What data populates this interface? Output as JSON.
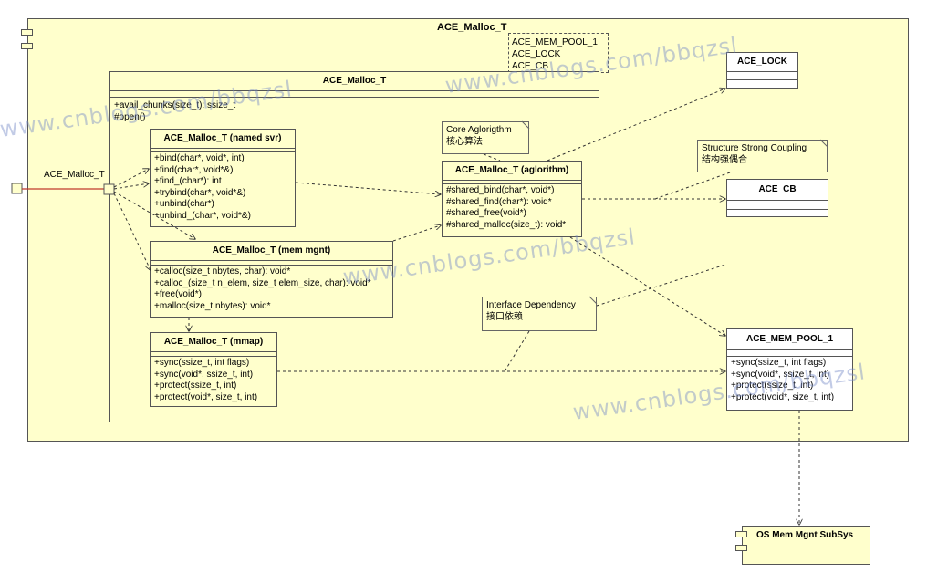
{
  "outer": {
    "title": "ACE_Malloc_T",
    "templ": [
      "ACE_MEM_POOL_1",
      "ACE_LOCK",
      "ACE_CB"
    ]
  },
  "inner": {
    "title": "ACE_Malloc_T",
    "ops": [
      "+avail_chunks(size_t): ssize_t",
      "#open()"
    ]
  },
  "port_label": "ACE_Malloc_T",
  "named_svr": {
    "title": "ACE_Malloc_T (named svr)",
    "ops": [
      "+bind(char*, void*, int)",
      "+find(char*, void*&)",
      "+find_(char*): int",
      "+trybind(char*, void*&)",
      "+unbind(char*)",
      "+unbind_(char*, void*&)"
    ]
  },
  "mem_mgnt": {
    "title": "ACE_Malloc_T (mem mgnt)",
    "ops": [
      "+calloc(size_t nbytes, char): void*",
      "+calloc_(size_t n_elem, size_t elem_size, char): void*",
      "+free(void*)",
      "+malloc(size_t nbytes): void*"
    ]
  },
  "mmap": {
    "title": "ACE_Malloc_T (mmap)",
    "ops": [
      "+sync(ssize_t, int flags)",
      "+sync(void*, ssize_t, int)",
      "+protect(ssize_t, int)",
      "+protect(void*, size_t, int)"
    ]
  },
  "algorithm": {
    "title": "ACE_Malloc_T (aglorithm)",
    "ops": [
      "#shared_bind(char*, void*)",
      "#shared_find(char*): void*",
      "#shared_free(void*)",
      "#shared_malloc(size_t): void*"
    ]
  },
  "notes": {
    "core": [
      "Core Aglorigthm",
      "核心算法"
    ],
    "coupling": [
      "Structure Strong Coupling",
      "结构强偶合"
    ],
    "dependency": [
      "Interface Dependency",
      "接口依赖"
    ]
  },
  "ace_lock": {
    "title": "ACE_LOCK"
  },
  "ace_cb": {
    "title": "ACE_CB"
  },
  "mem_pool": {
    "title": "ACE_MEM_POOL_1",
    "ops": [
      "+sync(ssize_t, int flags)",
      "+sync(void*, ssize_t, int)",
      "+protect(ssize_t, int)",
      "+protect(void*, size_t, int)"
    ]
  },
  "os": {
    "title": "OS Mem Mgnt SubSys"
  },
  "watermark": "www.cnblogs.com/bbqzsl",
  "colors": {
    "fill": "#ffffcc",
    "line": "#555555",
    "port_line": "#c0392b",
    "watermark": "#8c9fd0"
  }
}
